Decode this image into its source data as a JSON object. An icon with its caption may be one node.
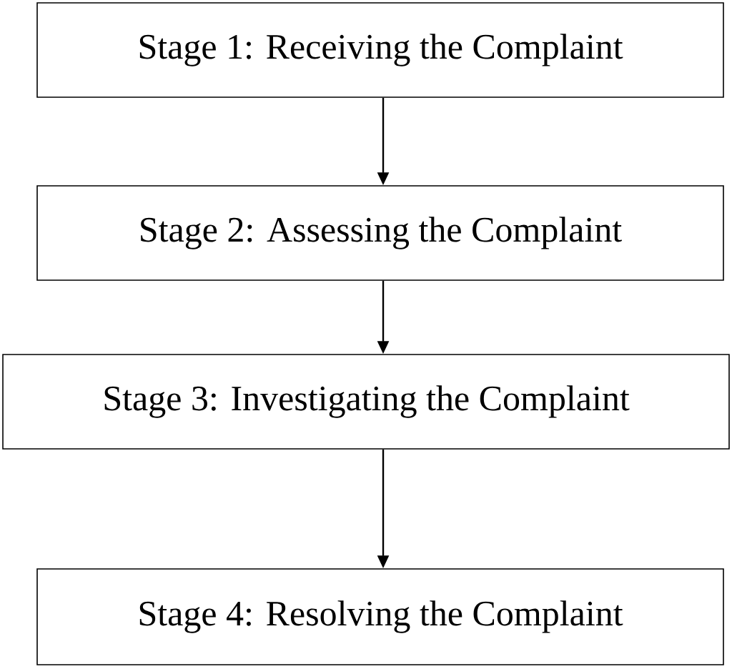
{
  "diagram": {
    "nodes": [
      {
        "text": [
          "Stage 1: Receiving the Complaint"
        ]
      },
      {
        "text": [
          "Stage 2: Assessing the Complaint"
        ]
      },
      {
        "text": [
          "Stage 3: Investigating the Complaint"
        ]
      },
      {
        "text": [
          "Stage 4: Resolving the Complaint"
        ]
      }
    ],
    "edges": [
      {
        "from": 0,
        "to": 1,
        "arrow": "to"
      },
      {
        "from": 1,
        "to": 2,
        "arrow": "to"
      },
      {
        "from": 2,
        "to": 3,
        "arrow": "to"
      }
    ]
  }
}
